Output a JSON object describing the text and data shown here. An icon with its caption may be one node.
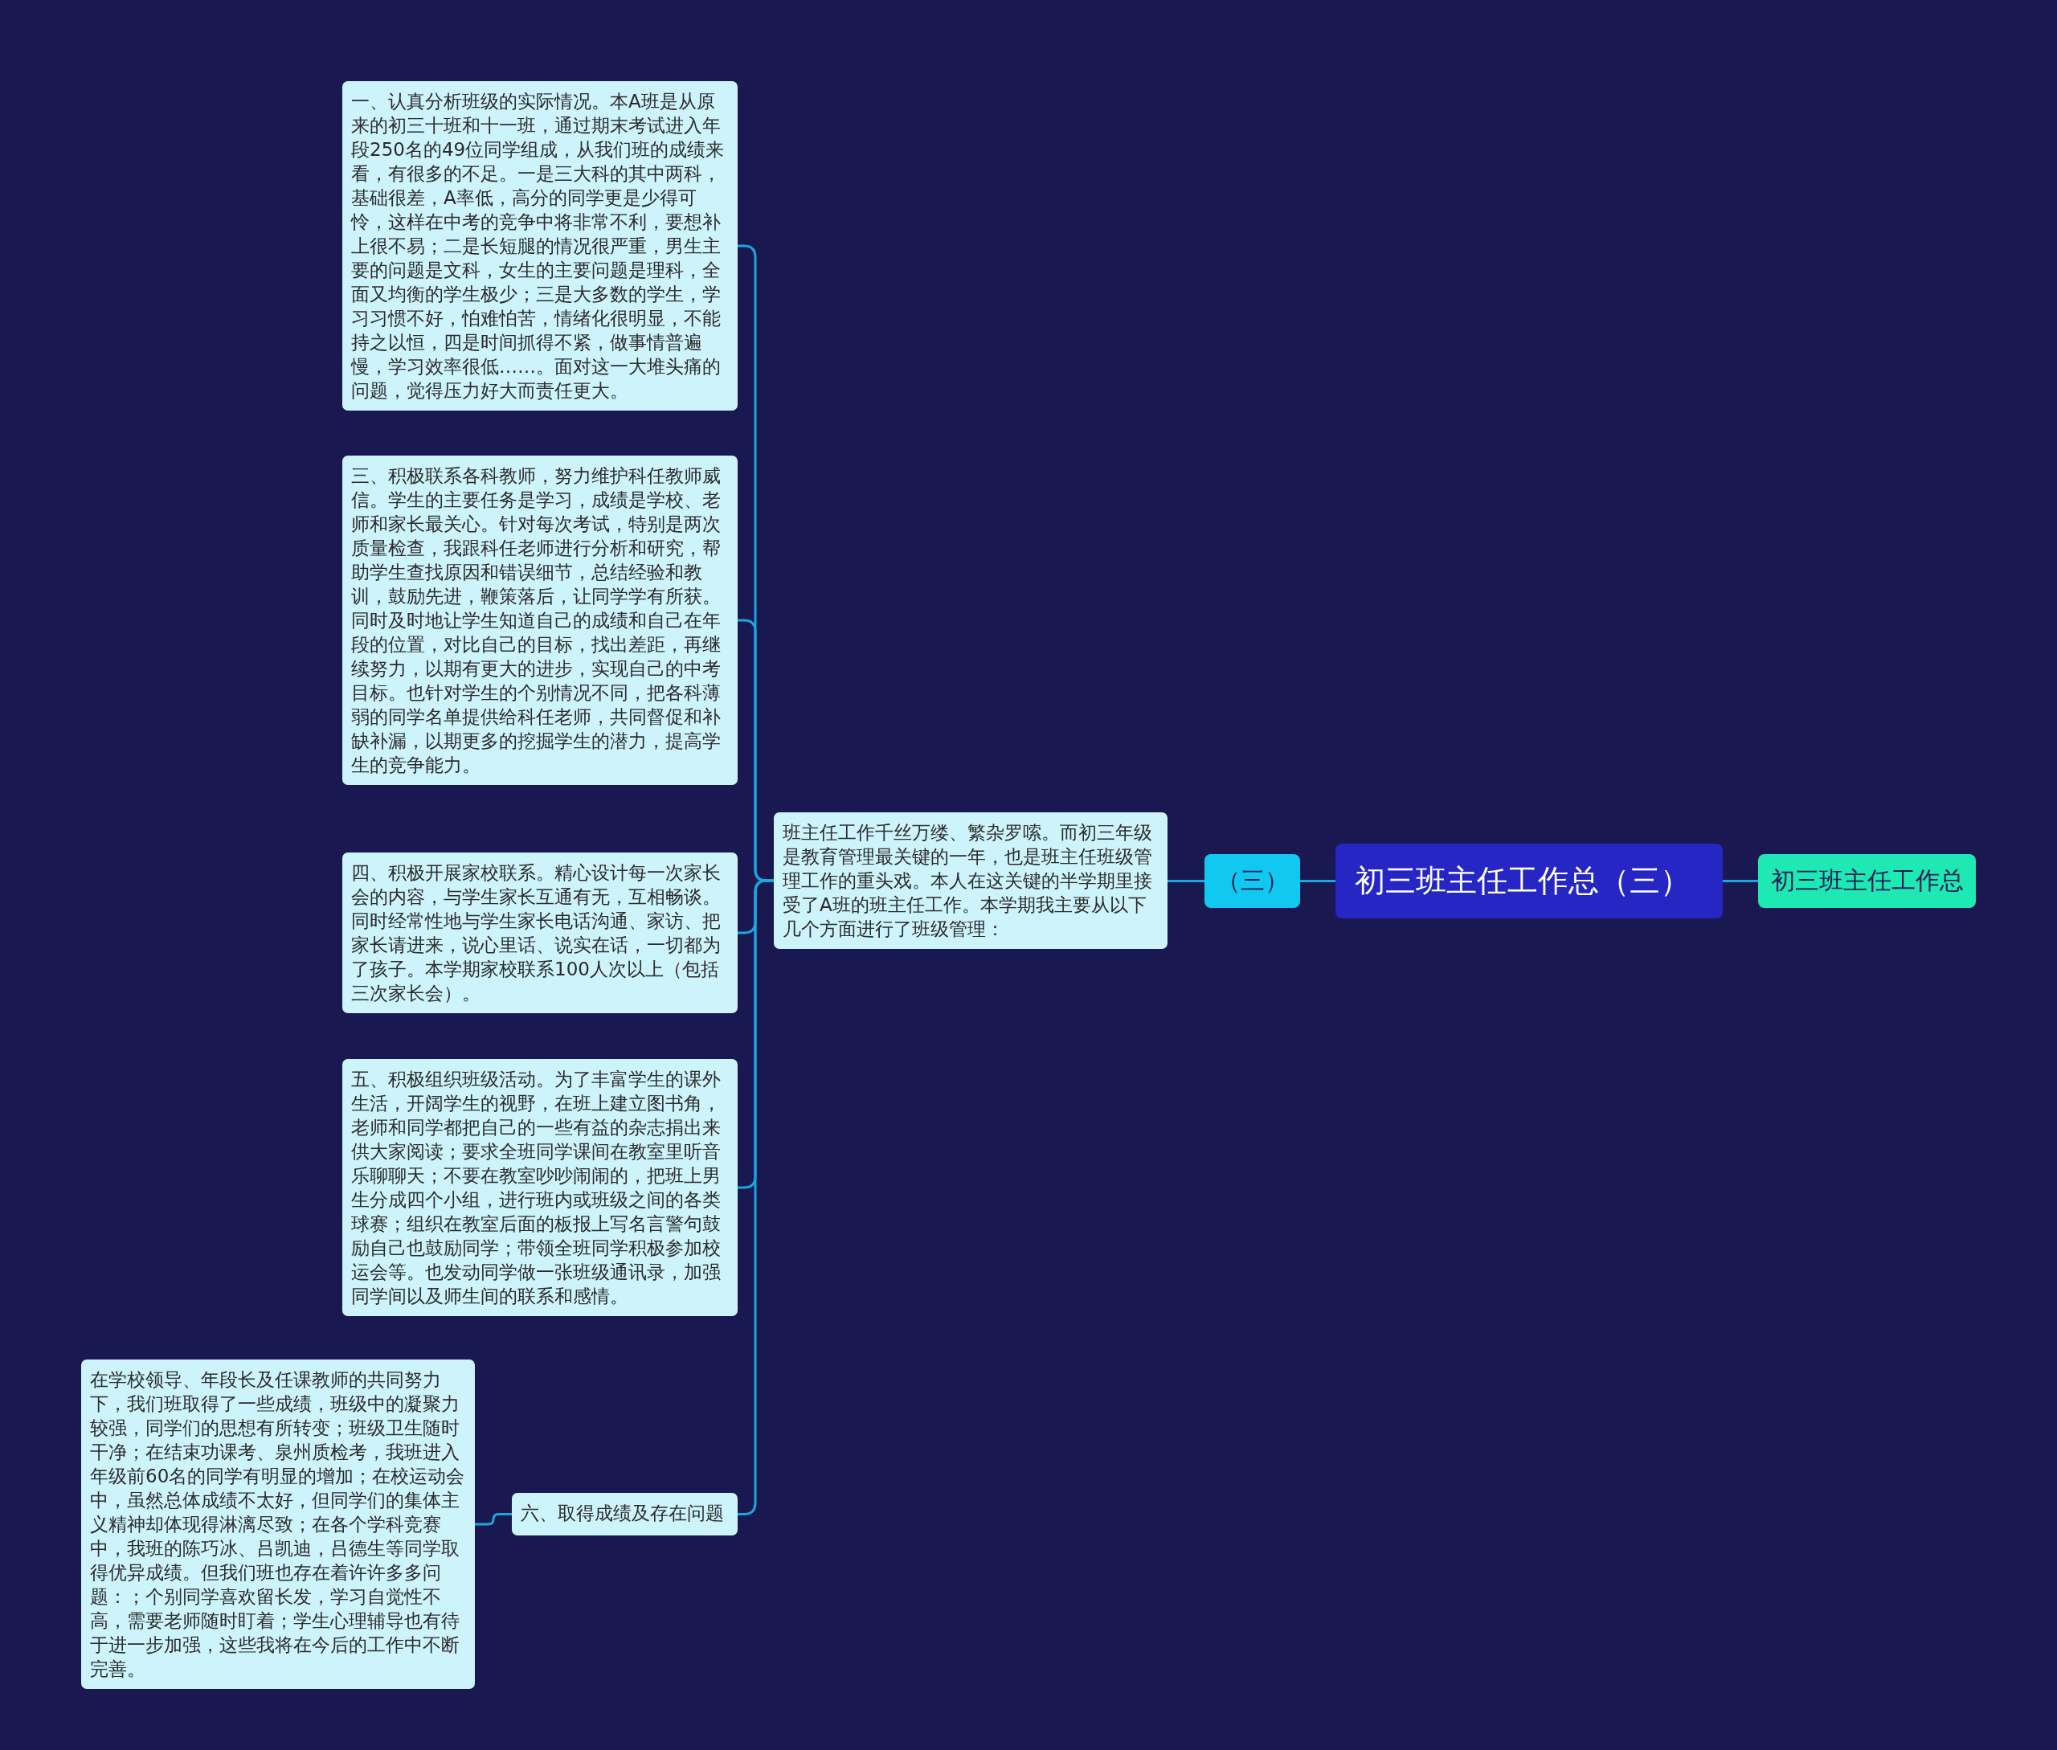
{
  "diagram": {
    "nodes": [
      {
        "text": [
          "初三班主任工作总（三）"
        ]
      },
      {
        "text": [
          "初三班主任工作总"
        ]
      },
      {
        "text": [
          "（三）"
        ]
      },
      {
        "text": [
          "班主任工作千丝万缕、繁杂罗嗦。而初三年级是教育管理最关键的一年，也是班主任班级管理工作的重头戏。本人在这关键的半学期里接受了A班的班主任工作。本学期我主要从以下几个方面进行了班级管理："
        ]
      },
      {
        "text": [
          "一、认真分析班级的实际情况。本A班是从原来的初三十班和十一班，通过期末考试进入年段250名的49位同学组成，从我们班的成绩来看，有很多的不足。一是三大科的其中两科，基础很差，A率低，高分的同学更是少得可怜，这样在中考的竞争中将非常不利，要想补上很不易；二是长短腿的情况很严重，男生主要的问题是文科，女生的主要问题是理科，全面又均衡的学生极少；三是大多数的学生，学习习惯不好，怕难怕苦，情绪化很明显，不能持之以恒，四是时间抓得不紧，做事情普遍慢，学习效率很低……。面对这一大堆头痛的问题，觉得压力好大而责任更大。"
        ]
      },
      {
        "text": [
          "三、积极联系各科教师，努力维护科任教师威信。学生的主要任务是学习，成绩是学校、老师和家长最关心。针对每次考试，特别是两次质量检查，我跟科任老师进行分析和研究，帮助学生查找原因和错误细节，总结经验和教训，鼓励先进，鞭策落后，让同学学有所获。同时及时地让学生知道自己的成绩和自己在年段的位置，对比自己的目标，找出差距，再继续努力，以期有更大的进步，实现自己的中考目标。也针对学生的个别情况不同，把各科薄弱的同学名单提供给科任老师，共同督促和补缺补漏，以期更多的挖掘学生的潜力，提高学生的竞争能力。"
        ]
      },
      {
        "text": [
          "四、积极开展家校联系。精心设计每一次家长会的内容，与学生家长互通有无，互相畅谈。同时经常性地与学生家长电话沟通、家访、把家长请进来，说心里话、说实在话，一切都为了孩子。本学期家校联系100人次以上（包括三次家长会）。"
        ]
      },
      {
        "text": [
          "五、积极组织班级活动。为了丰富学生的课外生活，开阔学生的视野，在班上建立图书角，老师和同学都把自己的一些有益的杂志捐出来供大家阅读；要求全班同学课间在教室里听音乐聊聊天；不要在教室吵吵闹闹的，把班上男生分成四个小组，进行班内或班级之间的各类球赛；组织在教室后面的板报上写名言警句鼓励自己也鼓励同学；带领全班同学积极参加校运会等。也发动同学做一张班级通讯录，加强同学间以及师生间的联系和感情。"
        ]
      },
      {
        "text": [
          "六、取得成绩及存在问题"
        ]
      },
      {
        "text": [
          "在学校领导、年段长及任课教师的共同努力下，我们班取得了一些成绩，班级中的凝聚力较强，同学们的思想有所转变；班级卫生随时干净；在结束功课考、泉州质检考，我班进入年级前60名的同学有明显的增加；在校运动会中，虽然总体成绩不太好，但同学们的集体主义精神却体现得淋漓尽致；在各个学科竞赛中，我班的陈巧冰、吕凯迪，吕德生等同学取得优异成绩。但我们班也存在着许许多多问题：；个别同学喜欢留长发，学习自觉性不高，需要老师随时盯着；学生心理辅导也有待于进一步加强，这些我将在今后的工作中不断完善。"
        ]
      }
    ],
    "edges": [
      {
        "from": 1,
        "to": 0,
        "arrow": "none"
      },
      {
        "from": 0,
        "to": 2,
        "arrow": "none"
      },
      {
        "from": 2,
        "to": 3,
        "arrow": "none"
      },
      {
        "from": 3,
        "to": 4,
        "arrow": "none"
      },
      {
        "from": 3,
        "to": 5,
        "arrow": "none"
      },
      {
        "from": 3,
        "to": 6,
        "arrow": "none"
      },
      {
        "from": 3,
        "to": 7,
        "arrow": "none"
      },
      {
        "from": 3,
        "to": 8,
        "arrow": "none"
      },
      {
        "from": 8,
        "to": 9,
        "arrow": "none"
      }
    ]
  }
}
